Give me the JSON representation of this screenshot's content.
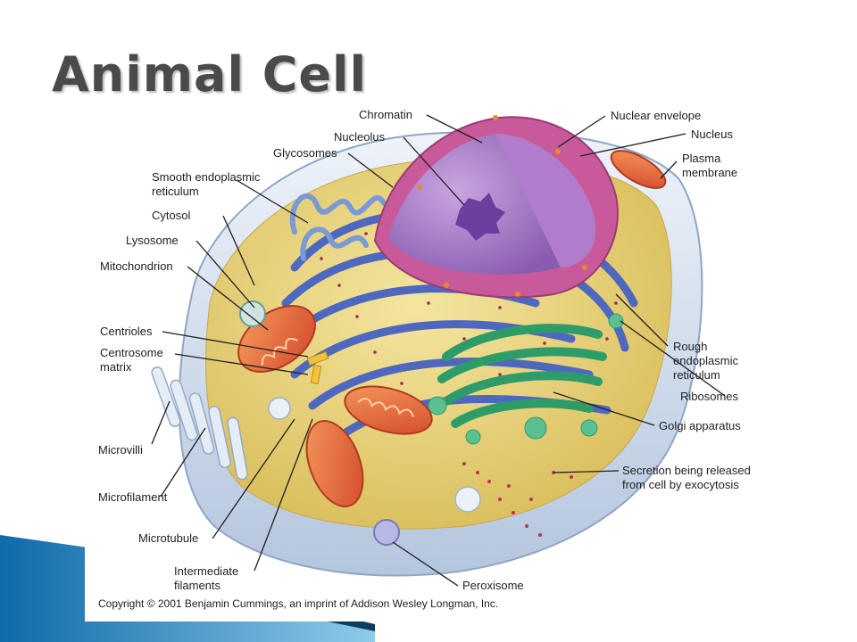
{
  "title": "Animal Cell",
  "labels": {
    "chromatin": "Chromatin",
    "nucleolus": "Nucleolus",
    "glycosomes": "Glycosomes",
    "smooth_er_1": "Smooth endoplasmic",
    "smooth_er_2": "reticulum",
    "cytosol": "Cytosol",
    "lysosome": "Lysosome",
    "mitochondrion": "Mitochondrion",
    "centrioles": "Centrioles",
    "centrosome_1": "Centrosome",
    "centrosome_2": "matrix",
    "microvilli": "Microvilli",
    "microfilament": "Microfilament",
    "microtubule": "Microtubule",
    "intermediate_1": "Intermediate",
    "intermediate_2": "filaments",
    "nuclear_envelope": "Nuclear envelope",
    "nucleus": "Nucleus",
    "plasma_1": "Plasma",
    "plasma_2": "membrane",
    "rough_er_1": "Rough",
    "rough_er_2": "endoplasmic",
    "rough_er_3": "reticulum",
    "ribosomes": "Ribosomes",
    "golgi": "Golgi apparatus",
    "secretion_1": "Secretion being released",
    "secretion_2": "from cell by exocytosis",
    "peroxisome": "Peroxisome"
  },
  "copyright": "Copyright © 2001 Benjamin Cummings, an imprint of Addison Wesley Longman, Inc.",
  "colors": {
    "cytosol": "#e8d27a",
    "nucleus": "#9b6fb8",
    "nuclear_envelope": "#c85a9a",
    "rough_er": "#5a74c8",
    "golgi": "#3fb07a",
    "mitochondria": "#e8643a",
    "membrane": "#c8d6e8",
    "accent_bar": "#1e88c8"
  }
}
